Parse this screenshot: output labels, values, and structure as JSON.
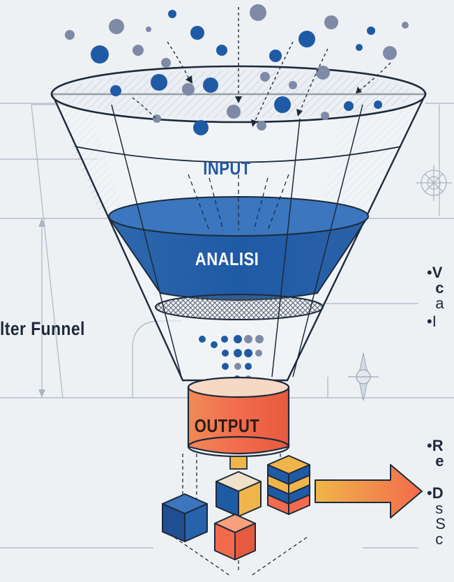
{
  "diagram": {
    "labels": {
      "input": "INPUT",
      "analisi": "ANALISI",
      "output": "OUTPUT",
      "funnel_title": "lter Funnel"
    },
    "side_notes": {
      "upper": [
        {
          "bullet": "•",
          "lines": [
            "V",
            "c",
            "a"
          ]
        },
        {
          "bullet": "•",
          "lines": [
            "I"
          ]
        }
      ],
      "lower": [
        {
          "bullet": "•",
          "lines": [
            "R",
            "e"
          ]
        },
        {
          "bullet": "•",
          "lines": [
            "D",
            "s",
            "S",
            "c"
          ]
        }
      ]
    },
    "colors": {
      "primary_blue": "#1f5aa5",
      "gray_blue": "#7f8aa6",
      "output_orange": "#f26b4d",
      "gold": "#f0b54a",
      "background": "#eef1f4",
      "line": "#1d2a3a"
    }
  }
}
